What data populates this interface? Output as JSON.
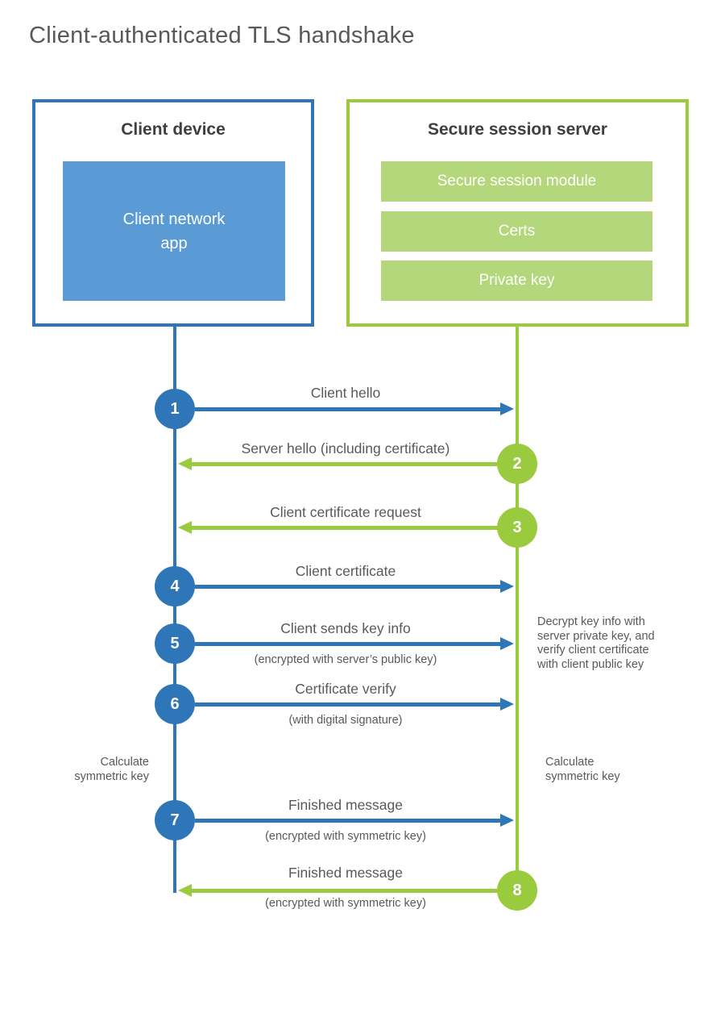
{
  "title": "Client-authenticated TLS handshake",
  "colors": {
    "blue": "#2E76B8",
    "blue_fill": "#5B9BD5",
    "green": "#9ACA3E",
    "green_fill": "#B4D77B",
    "label_text": "#595959",
    "heading_text": "#3F3F3F"
  },
  "client": {
    "title": "Client device",
    "app_label": "Client network\napp"
  },
  "server": {
    "title": "Secure session server",
    "modules": [
      "Secure session module",
      "Certs",
      "Private key"
    ]
  },
  "steps": [
    {
      "num": "1",
      "label": "Client hello",
      "sublabel": "",
      "direction": "client-to-server"
    },
    {
      "num": "2",
      "label": "Server hello (including certificate)",
      "sublabel": "",
      "direction": "server-to-client"
    },
    {
      "num": "3",
      "label": "Client certificate request",
      "sublabel": "",
      "direction": "server-to-client"
    },
    {
      "num": "4",
      "label": "Client certificate",
      "sublabel": "",
      "direction": "client-to-server"
    },
    {
      "num": "5",
      "label": "Client sends key info",
      "sublabel": "(encrypted with server’s public key)",
      "direction": "client-to-server"
    },
    {
      "num": "6",
      "label": "Certificate verify",
      "sublabel": "(with digital signature)",
      "direction": "client-to-server"
    },
    {
      "num": "7",
      "label": "Finished message",
      "sublabel": "(encrypted with symmetric key)",
      "direction": "client-to-server"
    },
    {
      "num": "8",
      "label": "Finished message",
      "sublabel": "(encrypted with symmetric key)",
      "direction": "server-to-client"
    }
  ],
  "notes": {
    "decrypt": "Decrypt key info with\nserver private key, and\nverify client certificate\nwith client public key",
    "calc_left": "Calculate\nsymmetric key",
    "calc_right": "Calculate\nsymmetric key"
  }
}
